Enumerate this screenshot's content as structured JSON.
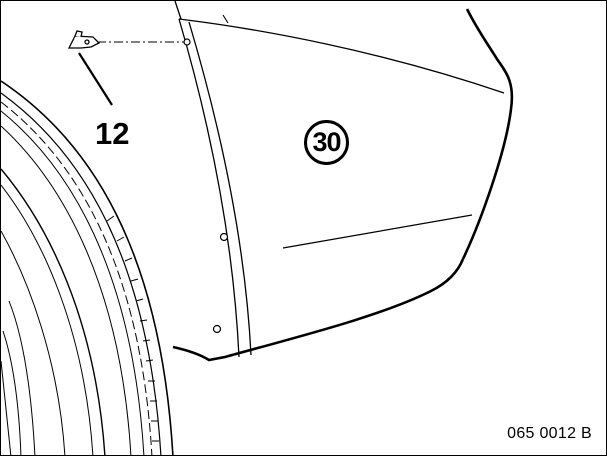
{
  "diagram": {
    "callouts": {
      "clip_label": "12",
      "trim_panel_label": "30"
    },
    "figure_id": "065 0012 B"
  },
  "colors": {
    "line": "#000000",
    "background": "#ffffff"
  }
}
